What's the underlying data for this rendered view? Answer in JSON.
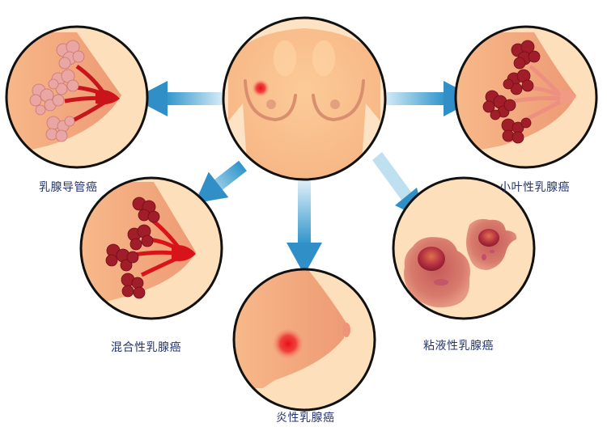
{
  "diagram": {
    "center": {
      "name": "torso",
      "note": "front torso with red lesion on right breast"
    },
    "types": [
      {
        "id": "ductal",
        "label": "乳腺导管癌"
      },
      {
        "id": "lobular",
        "label": "小叶性乳腺癌"
      },
      {
        "id": "mixed",
        "label": "混合性乳腺癌"
      },
      {
        "id": "inflammatory",
        "label": "炎性乳腺癌"
      },
      {
        "id": "mucinous",
        "label": "粘液性乳腺癌"
      }
    ]
  },
  "colors": {
    "skin_light": "#fbd9ae",
    "skin": "#f6b888",
    "skin_dark": "#e8936a",
    "outline": "#111111",
    "arrow": "#3a9fd0",
    "arrow_light": "#cfe8f4",
    "lesion": "#e8141a",
    "duct_red": "#c8141a",
    "lobule_pink": "#e8a0a0",
    "lobule_dark": "#9e1a24",
    "label_text": "#26366b"
  }
}
